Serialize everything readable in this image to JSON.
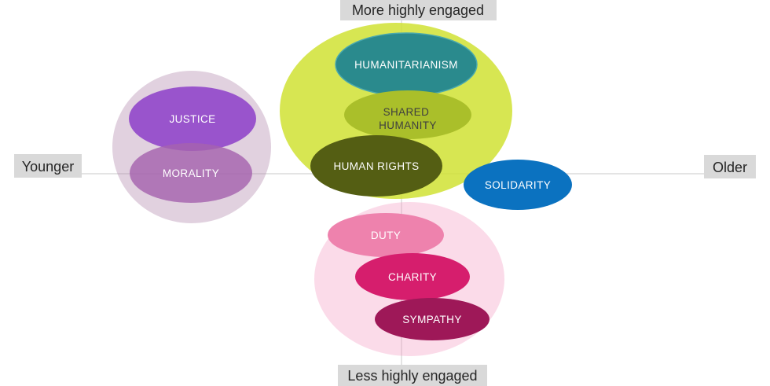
{
  "diagram": {
    "title_semantic": "values-engagement-age-map",
    "axis": {
      "top_label": "More highly engaged",
      "bottom_label": "Less highly engaged",
      "left_label": "Younger",
      "right_label": "Older",
      "line_color": "#c8c8c8",
      "label_bg": "#d9d9d9",
      "label_text_color": "#262626"
    },
    "clusters": {
      "left_group_fill": "rgba(176,134,170,0.38)",
      "top_group_fill": "rgba(208,226,52,0.85)",
      "bottom_group_fill": "rgba(244,153,193,0.35)"
    },
    "bubbles": {
      "humanitarianism": {
        "label": "HUMANITARIANISM",
        "fill": "#2a8a8d",
        "stroke": "#4aa9ae",
        "text_color": "#ffffff"
      },
      "shared_humanity": {
        "label": "SHARED HUMANITY",
        "line1": "SHARED",
        "line2": "HUMANITY",
        "fill": "#aabf2a",
        "text_color": "#3f3f3f"
      },
      "human_rights": {
        "label": "HUMAN RIGHTS",
        "fill": "#545e13",
        "text_color": "#ffffff"
      },
      "solidarity": {
        "label": "SOLIDARITY",
        "fill": "#0b72c0",
        "text_color": "#ffffff"
      },
      "justice": {
        "label": "JUSTICE",
        "fill": "#9954cc",
        "text_color": "#ffffff"
      },
      "morality": {
        "label": "MORALITY",
        "fill": "rgba(165,99,174,0.82)",
        "text_color": "#ffffff"
      },
      "duty": {
        "label": "DUTY",
        "fill": "#ee82ad",
        "text_color": "#ffffff"
      },
      "charity": {
        "label": "CHARITY",
        "fill": "#d61e6d",
        "text_color": "#ffffff"
      },
      "sympathy": {
        "label": "SYMPATHY",
        "fill": "#9e1858",
        "text_color": "#ffffff"
      }
    }
  }
}
